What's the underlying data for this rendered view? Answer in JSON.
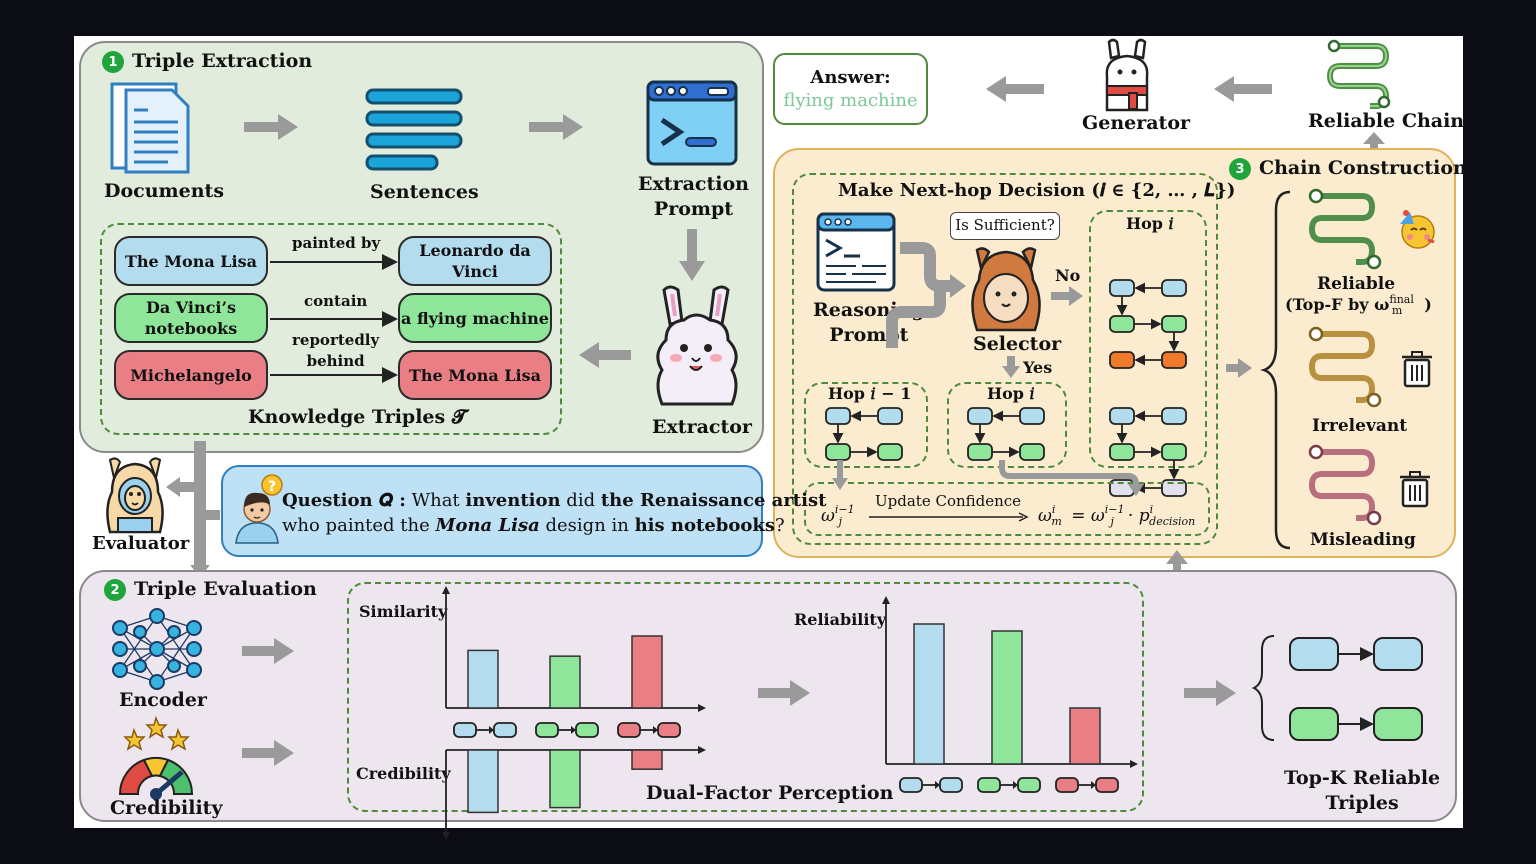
{
  "colors": {
    "background": "#0b0c14",
    "panel_green": "#e2ecdd",
    "panel_yellow": "#fbeccf",
    "panel_gray": "#eee6ef",
    "dashed_green": "#4f8a3c",
    "triple_blue": "#b4dcef",
    "triple_green": "#8fe59a",
    "triple_red": "#e97f85",
    "arrow_gray": "#9a9a9a",
    "step_badge": "#1fa53b"
  },
  "triple_extraction": {
    "step": "1",
    "title": "Triple Extraction",
    "documents": "Documents",
    "sentences": "Sentences",
    "extraction_prompt_line1": "Extraction",
    "extraction_prompt_line2": "Prompt",
    "extractor": "Extractor",
    "knowledge_triples_caption": "Knowledge Triples 𝓣",
    "triples": [
      {
        "head": "The Mona Lisa",
        "relation": "painted by",
        "tail": "Leonardo da Vinci"
      },
      {
        "head_line1": "Da Vinci’s",
        "head_line2": "notebooks",
        "relation": "contain",
        "tail": "a flying machine"
      },
      {
        "head": "Michelangelo",
        "relation_line1": "reportedly",
        "relation_line2": "behind",
        "tail": "The Mona Lisa"
      }
    ]
  },
  "answer": {
    "label": "Answer:",
    "value": "flying machine"
  },
  "generator": "Generator",
  "reliable_chain": "Reliable Chain",
  "chain_construction": {
    "step": "3",
    "title": "Chain Construction",
    "decision_title": "Make Next-hop Decision (𝒊 ∈ {𝟐, … , 𝑳})",
    "reasoning_prompt_line1": "Reasoning",
    "reasoning_prompt_line2": "Prompt",
    "is_sufficient": "Is Sufficient?",
    "selector": "Selector",
    "no": "No",
    "yes": "Yes",
    "hop_i": "Hop 𝑖",
    "hop_i_minus_1": "Hop 𝑖 − 1",
    "update_confidence": "Update Confidence",
    "omega_prev": "ω",
    "formula": "ω",
    "reliable": "Reliable",
    "top_f": "(Top-F by ω",
    "irrelevant": "Irrelevant",
    "misleading": "Misleading"
  },
  "evaluator": "Evaluator",
  "question": {
    "prefix": "Question 𝑸 :",
    "line1_a": "What",
    "line1_b": "invention",
    "line1_c": "did",
    "line1_d": "the Renaissance artist",
    "line2_a": "who painted  the",
    "line2_b": "Mona Lisa",
    "line2_c": "design in",
    "line2_d": "his notebooks",
    "line2_e": "?"
  },
  "triple_evaluation": {
    "step": "2",
    "title": "Triple Evaluation",
    "encoder": "Encoder",
    "credibility_icon_label": "Credibility",
    "similarity_axis": "Similarity",
    "credibility_axis": "Credibility",
    "reliability_axis": "Reliability",
    "dual_factor": "Dual-Factor Perception",
    "top_k_line1": "Top-K Reliable",
    "top_k_line2": "Triples"
  },
  "chart_data": [
    {
      "type": "bar",
      "categories": [
        "blue triple",
        "green triple",
        "red triple"
      ],
      "series": [
        {
          "name": "Similarity",
          "values": [
            0.8,
            0.72,
            1.0
          ]
        },
        {
          "name": "Credibility",
          "values": [
            -0.65,
            -0.6,
            -0.2
          ]
        }
      ]
    },
    {
      "type": "bar",
      "categories": [
        "blue triple",
        "green triple",
        "red triple"
      ],
      "series": [
        {
          "name": "Reliability",
          "values": [
            1.0,
            0.95,
            0.4
          ]
        }
      ]
    }
  ]
}
